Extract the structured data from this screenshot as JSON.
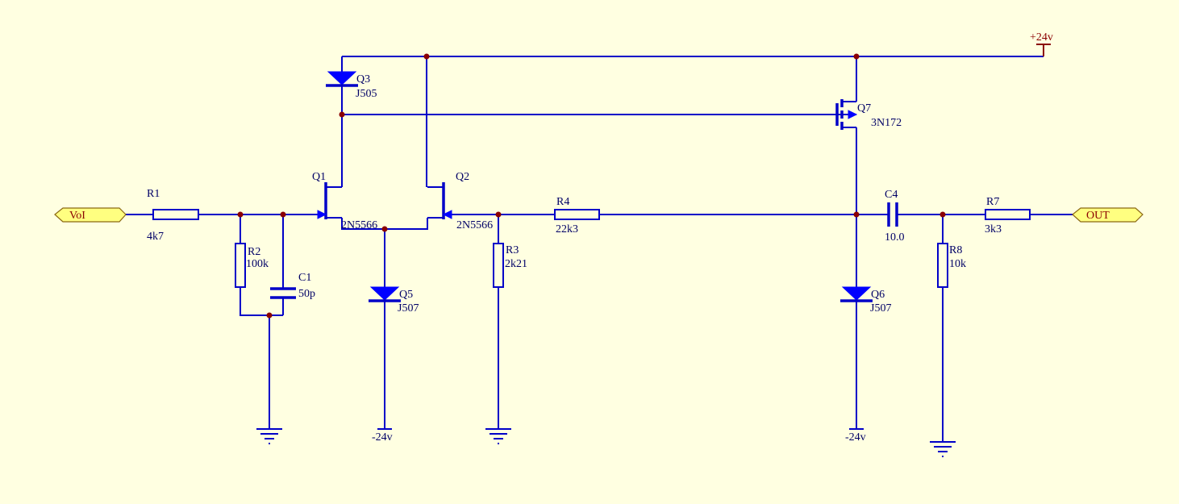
{
  "ports": {
    "input": "VoI",
    "output": "OUT"
  },
  "power": {
    "positive": "+24v",
    "negative_q5": "-24v",
    "negative_q6": "-24v"
  },
  "components": {
    "R1": {
      "ref": "R1",
      "value": "4k7"
    },
    "R2": {
      "ref": "R2",
      "value": "100k"
    },
    "C1": {
      "ref": "C1",
      "value": "50p"
    },
    "Q1": {
      "ref": "Q1",
      "value": "2N5566"
    },
    "Q2": {
      "ref": "Q2",
      "value": "2N5566"
    },
    "Q3": {
      "ref": "Q3",
      "value": "J505"
    },
    "Q5": {
      "ref": "Q5",
      "value": "J507"
    },
    "R3": {
      "ref": "R3",
      "value": "2k21"
    },
    "R4": {
      "ref": "R4",
      "value": "22k3"
    },
    "Q7": {
      "ref": "Q7",
      "value": "3N172"
    },
    "C4": {
      "ref": "C4",
      "value": "10.0"
    },
    "Q6": {
      "ref": "Q6",
      "value": "J507"
    },
    "R7": {
      "ref": "R7",
      "value": "3k3"
    },
    "R8": {
      "ref": "R8",
      "value": "10k"
    }
  },
  "colors": {
    "background": "#FFFFE1",
    "wire": "#0000C8",
    "junction": "#8B0000",
    "label": "#000066",
    "power_label": "#8B0000",
    "port_fill": "#FFFF80"
  }
}
